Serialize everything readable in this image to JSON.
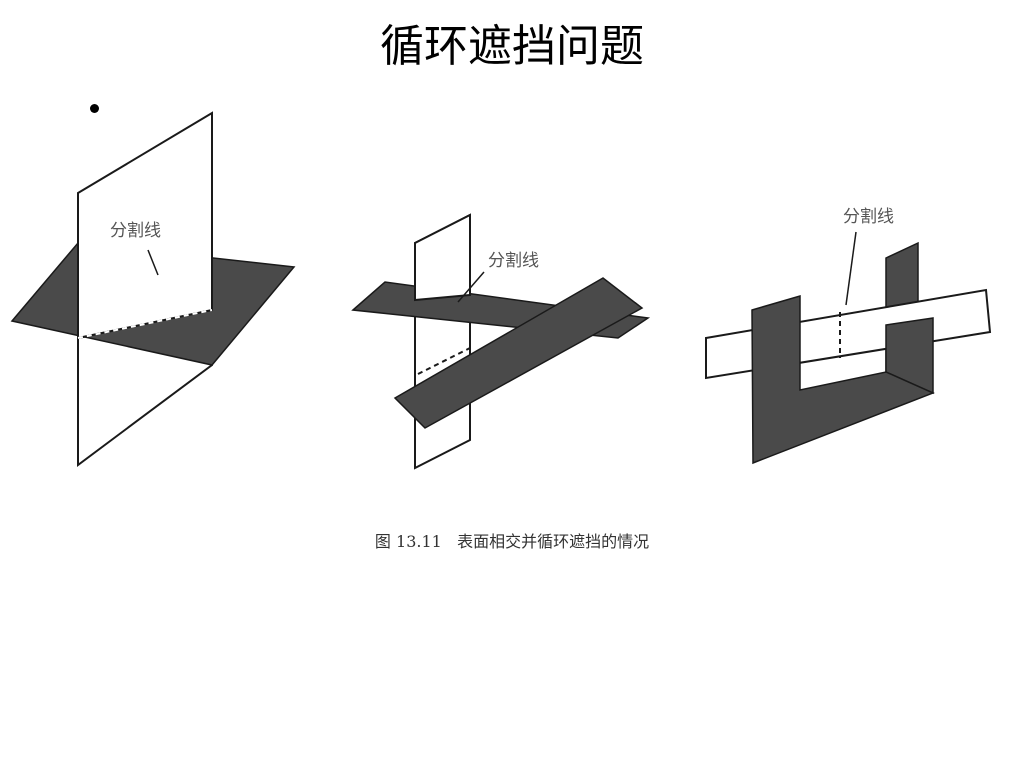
{
  "slide": {
    "title": "循环遮挡问题"
  },
  "figure": {
    "label_1": "分割线",
    "label_2": "分割线",
    "label_3": "分割线",
    "caption": "图 13.11   表面相交并循环遮挡的情况",
    "colors": {
      "dark_surface": "#4a4a4a",
      "light_surface": "#ffffff",
      "outline": "#1a1a1a",
      "label_text": "#555555"
    }
  }
}
